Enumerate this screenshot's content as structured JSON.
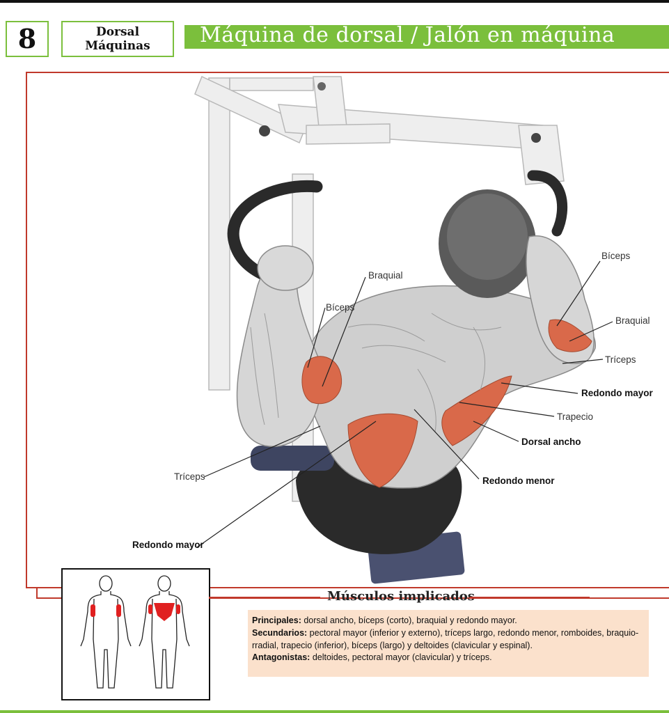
{
  "header": {
    "chapter_number": "8",
    "category_line1": "Dorsal",
    "category_line2": "Máquinas",
    "title": "Máquina de dorsal / Jalón en máquina"
  },
  "labels": {
    "braquial_left": "Braquial",
    "biceps_left": "Bíceps",
    "biceps_right": "Bíceps",
    "braquial_right": "Braquial",
    "triceps_right": "Tríceps",
    "redondo_mayor_right": "Redondo mayor",
    "trapecio": "Trapecio",
    "dorsal_ancho": "Dorsal ancho",
    "redondo_menor": "Redondo menor",
    "triceps_left": "Tríceps",
    "redondo_mayor_left": "Redondo mayor"
  },
  "muscles_section": {
    "title": "Músculos implicados",
    "principales_label": "Principales:",
    "principales_text": " dorsal ancho, bíceps (corto), braquial y redondo mayor.",
    "secundarios_label": "Secundarios:",
    "secundarios_text": " pectoral mayor (inferior y externo), tríceps largo, redondo menor, romboides, braquio-rradial, trapecio (inferior), bíceps (largo) y deltoides (clavicular y espinal).",
    "antagonistas_label": "Antagonistas:",
    "antagonistas_text": " deltoides, pectoral mayor (clavicular) y tríceps."
  },
  "colors": {
    "accent_green": "#7bbf3c",
    "frame_red": "#c0392b",
    "muscle_highlight": "#d9694a",
    "info_bg": "#fbe1cc"
  }
}
